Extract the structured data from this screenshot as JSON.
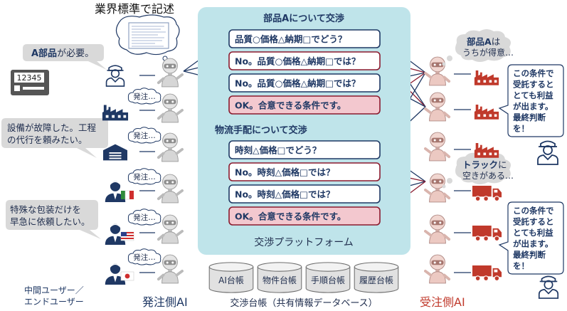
{
  "top_label": "業界標準で記述",
  "platform": {
    "label": "交渉プラットフォーム",
    "section_parts": "部品Aについて交渉",
    "section_logistics": "物流手配について交渉"
  },
  "messages": [
    {
      "text": "品質○価格△納期□でどう？",
      "kind": "proposal"
    },
    {
      "text": "No。品質○価格△納期□では？",
      "kind": "counter"
    },
    {
      "text": "No。品質○価格△納期□では？",
      "kind": "proposal"
    },
    {
      "text": "OK。合意できる条件です。",
      "kind": "agree"
    },
    {
      "text": "時刻△価格□でどう？",
      "kind": "proposal"
    },
    {
      "text": "No。時刻△価格□では？",
      "kind": "counter"
    },
    {
      "text": "No。時刻△価格□では？",
      "kind": "proposal"
    },
    {
      "text": "OK。合意できる条件です。",
      "kind": "agree"
    }
  ],
  "ledgers": [
    "AI台帳",
    "物件台帳",
    "手順台帳",
    "履歴台帳"
  ],
  "ledger_caption": "交渉台帳（共有情報データベース）",
  "left_bubbles": {
    "need_parts": {
      "highlight": "A部品",
      "rest": "が必要。"
    },
    "failure_line1": "設備が故障した。工程",
    "failure_line2": "の代行を頼みたい。",
    "packaging_line1": "特殊な包装だけを",
    "packaging_line2": "早急に依頼したい。"
  },
  "ordering_bubble": "発注…",
  "device_display": "12345",
  "right_bubbles": {
    "good_at_parts": {
      "highlight": "部品A",
      "rest1": "は",
      "rest2": "うちが得意…"
    },
    "truck": {
      "highlight": "トラック",
      "rest1": "に",
      "rest2": "空きがある…"
    },
    "profitable_1": [
      "この条件で",
      "受託すると",
      "とても利益",
      "が出ます。",
      "最終判断",
      "を！"
    ],
    "profitable_2": [
      "この条件で",
      "受託すると",
      "とても利益",
      "が出ます。",
      "最終判断",
      "を！"
    ]
  },
  "left_caption_line1": "中間ユーザー／",
  "left_caption_line2": "エンドユーザー",
  "left_ai_label": "発注側AI",
  "right_ai_label": "受注側AI",
  "colors": {
    "platform_fill": "#bfe4ea",
    "navy": "#1f3864",
    "maroon": "#8b1a2e",
    "agree_fill": "#f3c8cf",
    "right_ai_red": "#c0392b",
    "bubble_gray": "#d9d9d9"
  },
  "icons": [
    "cloud-bubble-icon",
    "robot-ai-icon",
    "factory-icon",
    "truck-icon",
    "warehouse-icon",
    "person-icon",
    "italy-flag-icon",
    "usa-flag-icon",
    "japan-flag-icon",
    "panel-device-icon",
    "document-icon",
    "database-cylinder-icon"
  ]
}
